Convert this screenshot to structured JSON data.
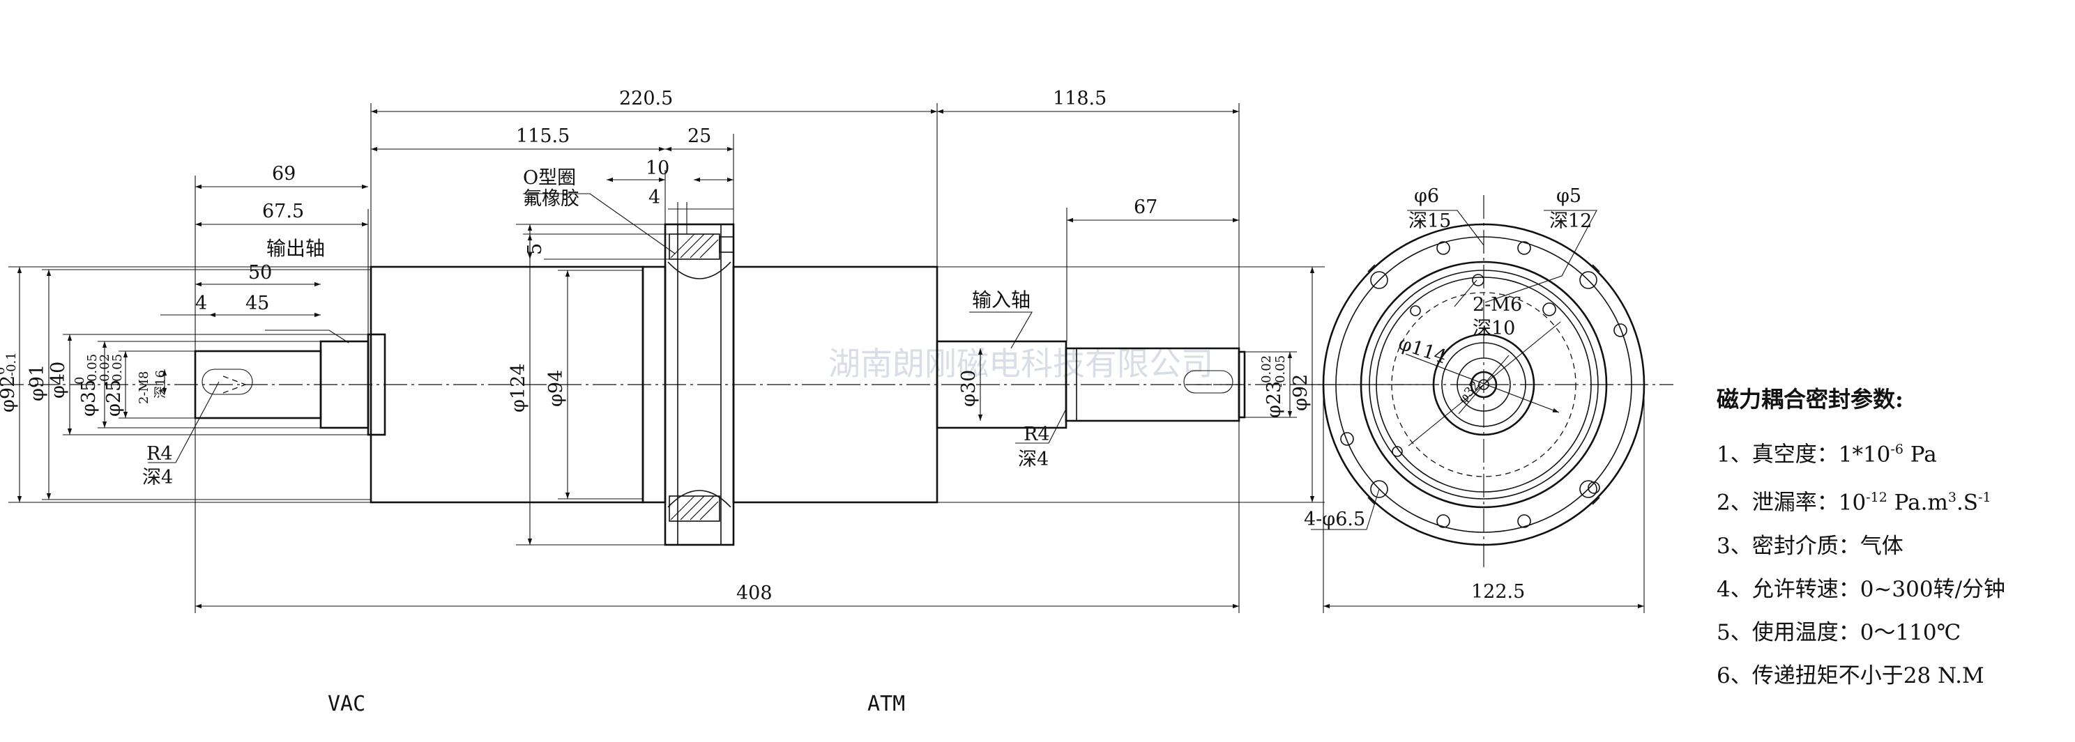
{
  "watermark": "湖南朗刚磁电科技有限公司",
  "side_labels": {
    "vac": "VAC",
    "atm": "ATM"
  },
  "part_labels": {
    "output_shaft": "输出轴",
    "input_shaft": "输入轴",
    "o_ring": "O型圈",
    "fluoro_rubber": "氟橡胶"
  },
  "dimensions": {
    "d220_5": "220.5",
    "d118_5": "118.5",
    "d115_5": "115.5",
    "d25": "25",
    "d10": "10",
    "d4_top": "4",
    "d69": "69",
    "d67_5": "67.5",
    "d67": "67",
    "d50": "50",
    "d45": "45",
    "d4_left": "4",
    "d5": "5",
    "d408": "408",
    "d122_5": "122.5",
    "phi92_left": "φ92",
    "phi92_left_tol_upper": "0",
    "phi92_left_tol_lower": "-0.1",
    "phi91": "φ91",
    "phi40": "φ40",
    "phi35": "φ35",
    "phi35_tol_upper": "0",
    "phi35_tol_lower": "-0.05",
    "phi25": "φ25",
    "phi25_tol_upper": "-0.02",
    "phi25_tol_lower": "-0.05",
    "m8": "2-M8",
    "depth16": "深16",
    "r4_left": "R4",
    "depth4_left": "深4",
    "phi124": "φ124",
    "phi94": "φ94",
    "phi30": "φ30",
    "r4_right": "R4",
    "depth4_right": "深4",
    "phi23": "φ23",
    "phi23_tol_upper": "-0.02",
    "phi23_tol_lower": "-0.05",
    "phi92_right": "φ92",
    "phi6": "φ6",
    "depth15": "深15",
    "phi5": "φ5",
    "depth12": "深12",
    "m6": "2-M6",
    "depth10": "深10",
    "phi114": "φ114",
    "phi32": "φ32",
    "holes_4_phi6_5": "4-φ6.5"
  },
  "specs": {
    "title": "磁力耦合密封参数:",
    "item1_label": "1、真空度：",
    "item1_value": "1*10",
    "item1_exp": "-6",
    "item1_unit": " Pa",
    "item2_label": "2、泄漏率：",
    "item2_value": "10",
    "item2_exp": "-12",
    "item2_unit": " Pa.m",
    "item2_exp2": "3",
    "item2_unit2": ".S",
    "item2_exp3": "-1",
    "item3": "3、密封介质：气体",
    "item4": "4、允许转速：0~300转/分钟",
    "item5": "5、使用温度：0～110℃",
    "item6": "6、传递扭矩不小于28 N.M"
  }
}
